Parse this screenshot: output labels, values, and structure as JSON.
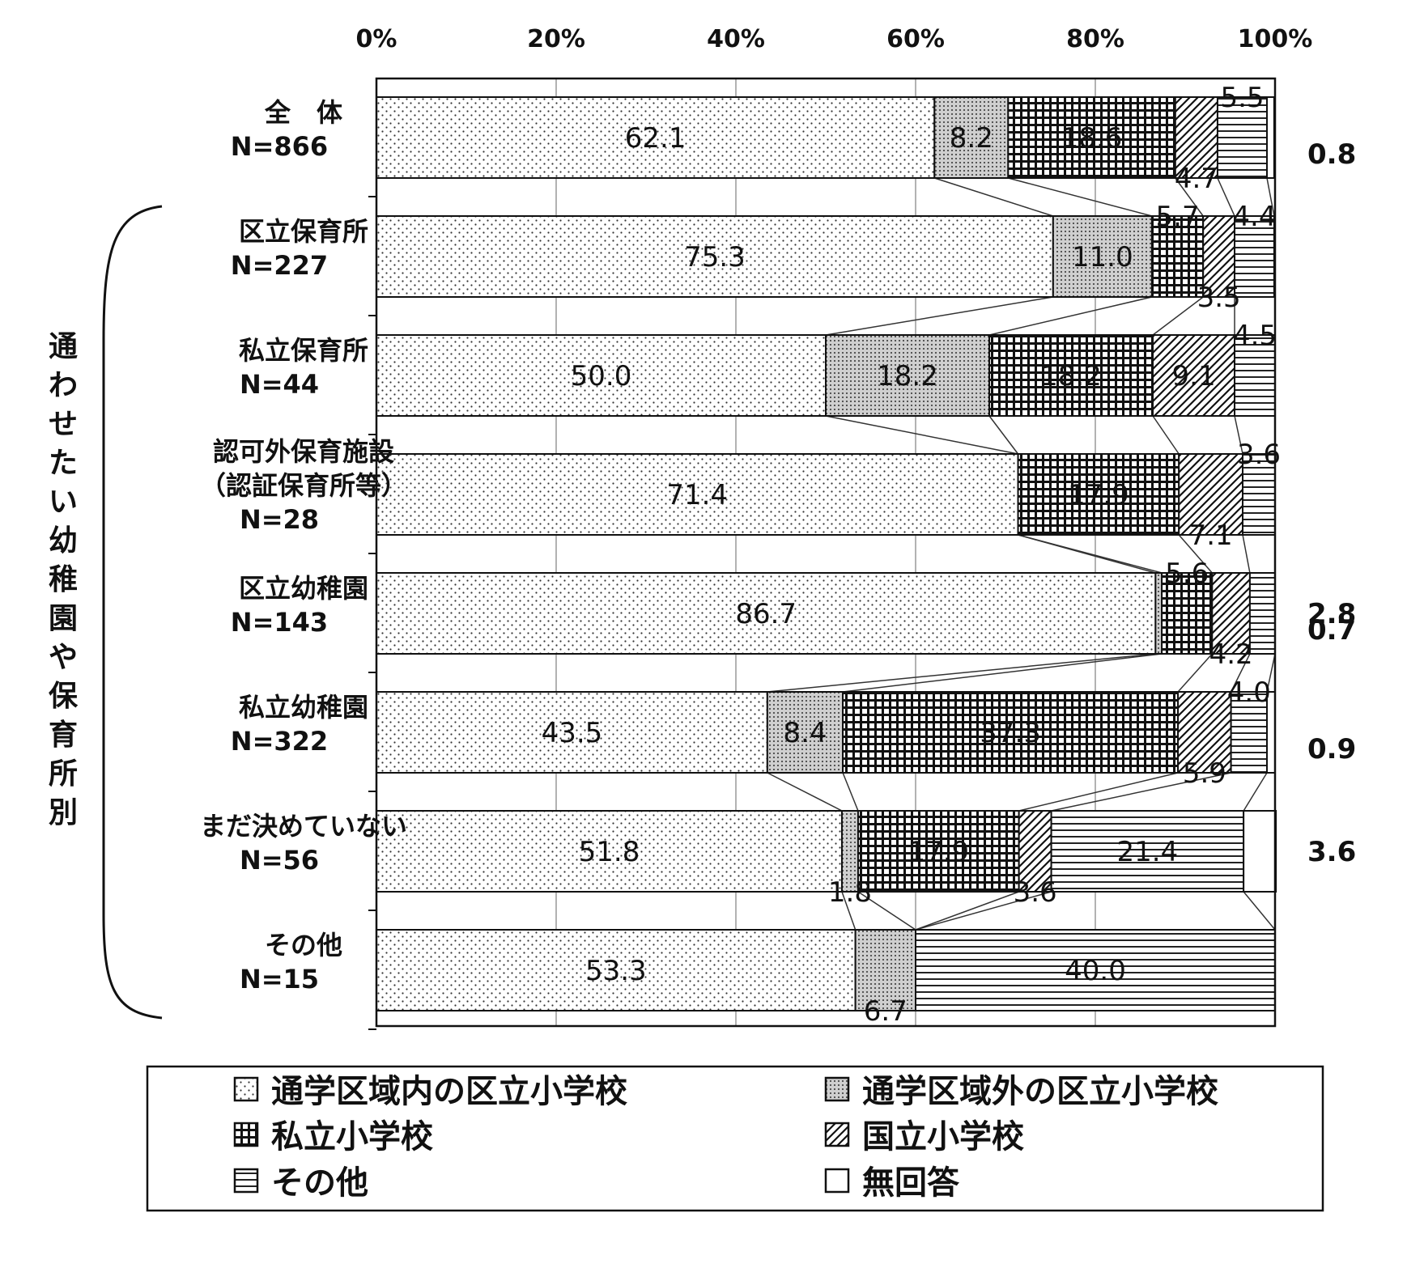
{
  "chart_data": {
    "type": "bar",
    "orientation": "horizontal",
    "stacked": true,
    "xlim": [
      0,
      100
    ],
    "ticks": [
      "0%",
      "20%",
      "40%",
      "60%",
      "80%",
      "100%"
    ],
    "group_label": "通わせたい幼稚園や保育所別",
    "categories": [
      {
        "name": "全　体",
        "n": "N=866"
      },
      {
        "name": "区立保育所",
        "n": "N=227"
      },
      {
        "name": "私立保育所",
        "n": "N=44"
      },
      {
        "name": "認可外保育施設",
        "name2": "（認証保育所等）",
        "n": "N=28"
      },
      {
        "name": "区立幼稚園",
        "n": "N=143"
      },
      {
        "name": "私立幼稚園",
        "n": "N=322"
      },
      {
        "name": "まだ決めていない",
        "n": "N=56"
      },
      {
        "name": "その他",
        "n": "N=15"
      }
    ],
    "series": [
      {
        "name": "通学区域内の区立小学校",
        "values": [
          62.1,
          75.3,
          50.0,
          71.4,
          86.7,
          43.5,
          51.8,
          53.3
        ],
        "labels": [
          "62.1",
          "75.3",
          "50.0",
          "71.4",
          "86.7",
          "43.5",
          "51.8",
          "53.3"
        ]
      },
      {
        "name": "通学区域外の区立小学校",
        "values": [
          8.2,
          11.0,
          18.2,
          0,
          0.7,
          8.4,
          1.8,
          6.7
        ],
        "labels": [
          "8.2",
          "11.0",
          "18.2",
          "",
          "0.7",
          "8.4",
          "1.8",
          "6.7"
        ]
      },
      {
        "name": "私立小学校",
        "values": [
          18.6,
          5.7,
          18.2,
          17.9,
          5.6,
          37.3,
          17.9,
          0
        ],
        "labels": [
          "18.6",
          "5.7",
          "18.2",
          "17.9",
          "5.6",
          "37.3",
          "17.9",
          ""
        ]
      },
      {
        "name": "国立小学校",
        "values": [
          4.7,
          3.5,
          9.1,
          7.1,
          4.2,
          5.9,
          3.6,
          0
        ],
        "labels": [
          "4.7",
          "3.5",
          "9.1",
          "7.1",
          "4.2",
          "5.9",
          "3.6",
          ""
        ]
      },
      {
        "name": "その他",
        "values": [
          5.5,
          4.4,
          4.5,
          3.6,
          2.8,
          4.0,
          21.4,
          40.0
        ],
        "labels": [
          "5.5",
          "4.4",
          "4.5",
          "3.6",
          "2.8",
          "4.0",
          "21.4",
          "40.0"
        ]
      },
      {
        "name": "無回答",
        "values": [
          0.8,
          0,
          0,
          0,
          0,
          0.9,
          3.6,
          0
        ],
        "labels": [
          "0.8",
          "",
          "",
          "",
          "",
          "0.9",
          "3.6",
          ""
        ]
      }
    ],
    "legend_position": "bottom",
    "grid": true
  }
}
